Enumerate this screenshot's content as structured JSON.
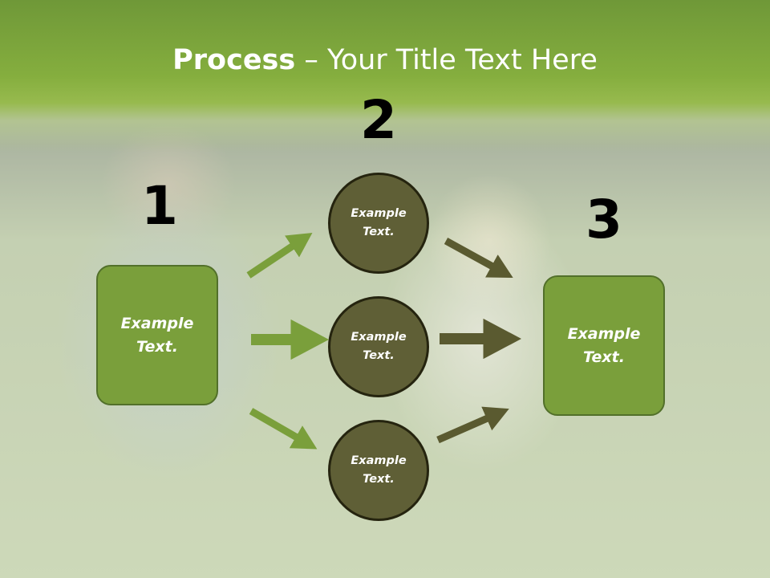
{
  "slide": {
    "title_bold": "Process",
    "title_rest": " – Your Title Text Here",
    "step_numbers": [
      "1",
      "2",
      "3"
    ],
    "left_box": "Example\nText.",
    "right_box": "Example\nText.",
    "circles": [
      "Example\nText.",
      "Example\nText.",
      "Example\nText."
    ]
  },
  "colors": {
    "title_band": "#85ae3e",
    "box_fill": "#7a9f3b",
    "circle_fill": "#5f5f36",
    "arrow_light": "#7a9f3b",
    "arrow_dark": "#5a5a30"
  }
}
